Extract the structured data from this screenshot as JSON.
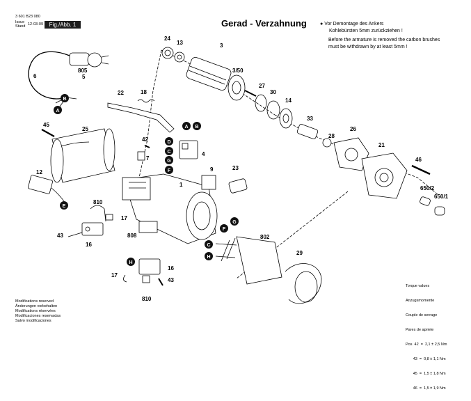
{
  "header": {
    "part_number": "3 601 B23 080",
    "issue_label": "Issue",
    "stand_label": "Stand",
    "date": "12-03-09",
    "fig_label": "Fig./Abb. 1",
    "title": "Gerad - Verzahnung"
  },
  "note": {
    "de_line1": "Vor Demontage des Ankers",
    "de_line2": "Kohlebürsten 5mm zurückziehen !",
    "en_line1": "Before the armature is removed the carbon brushes",
    "en_line2": "must be withdrawn by at least 5mm !"
  },
  "torque": {
    "l1": "Torque values",
    "l2": "Anzugsmomente",
    "l3": "Couple de serrage",
    "l4": "Pares de apriete",
    "r1": "Pos  42  =  2,1 ± 2,5 Nm",
    "r2": "       43  =  0,8 ± 1,1 Nm",
    "r3": "       45  =  1,5 ± 1,8 Nm",
    "r4": "       46  =  1,5 ± 1,9 Nm"
  },
  "modifications": {
    "l1": "Modifications reserved",
    "l2": "Änderungen vorbehalten",
    "l3": "Modifications réservées",
    "l4": "Modificaciones reservadas",
    "l5": "Salvo modificaciones"
  },
  "part_labels": {
    "p24": "24",
    "p13": "13",
    "p3": "3",
    "p3_50": "3/50",
    "p805": "805",
    "p5": "5",
    "p6": "6",
    "p22": "22",
    "p18": "18",
    "p27": "27",
    "p30": "30",
    "p14": "14",
    "p33": "33",
    "p28": "28",
    "p26": "26",
    "p21": "21",
    "p46": "46",
    "p650_2": "650/2",
    "p650_1": "650/1",
    "p45": "45",
    "p25": "25",
    "p42": "42",
    "p7": "7",
    "p4": "4",
    "p12": "12",
    "p9": "9",
    "p23": "23",
    "p1": "1",
    "p810a": "810",
    "p17a": "17",
    "p43a": "43",
    "p16a": "16",
    "p808": "808",
    "p802": "802",
    "p29": "29",
    "p17b": "17",
    "p16b": "16",
    "p43b": "43",
    "p810b": "810"
  },
  "markers": {
    "A": "A",
    "B": "B",
    "C": "C",
    "D": "D",
    "E": "E",
    "F": "F",
    "G": "G",
    "H": "H"
  }
}
